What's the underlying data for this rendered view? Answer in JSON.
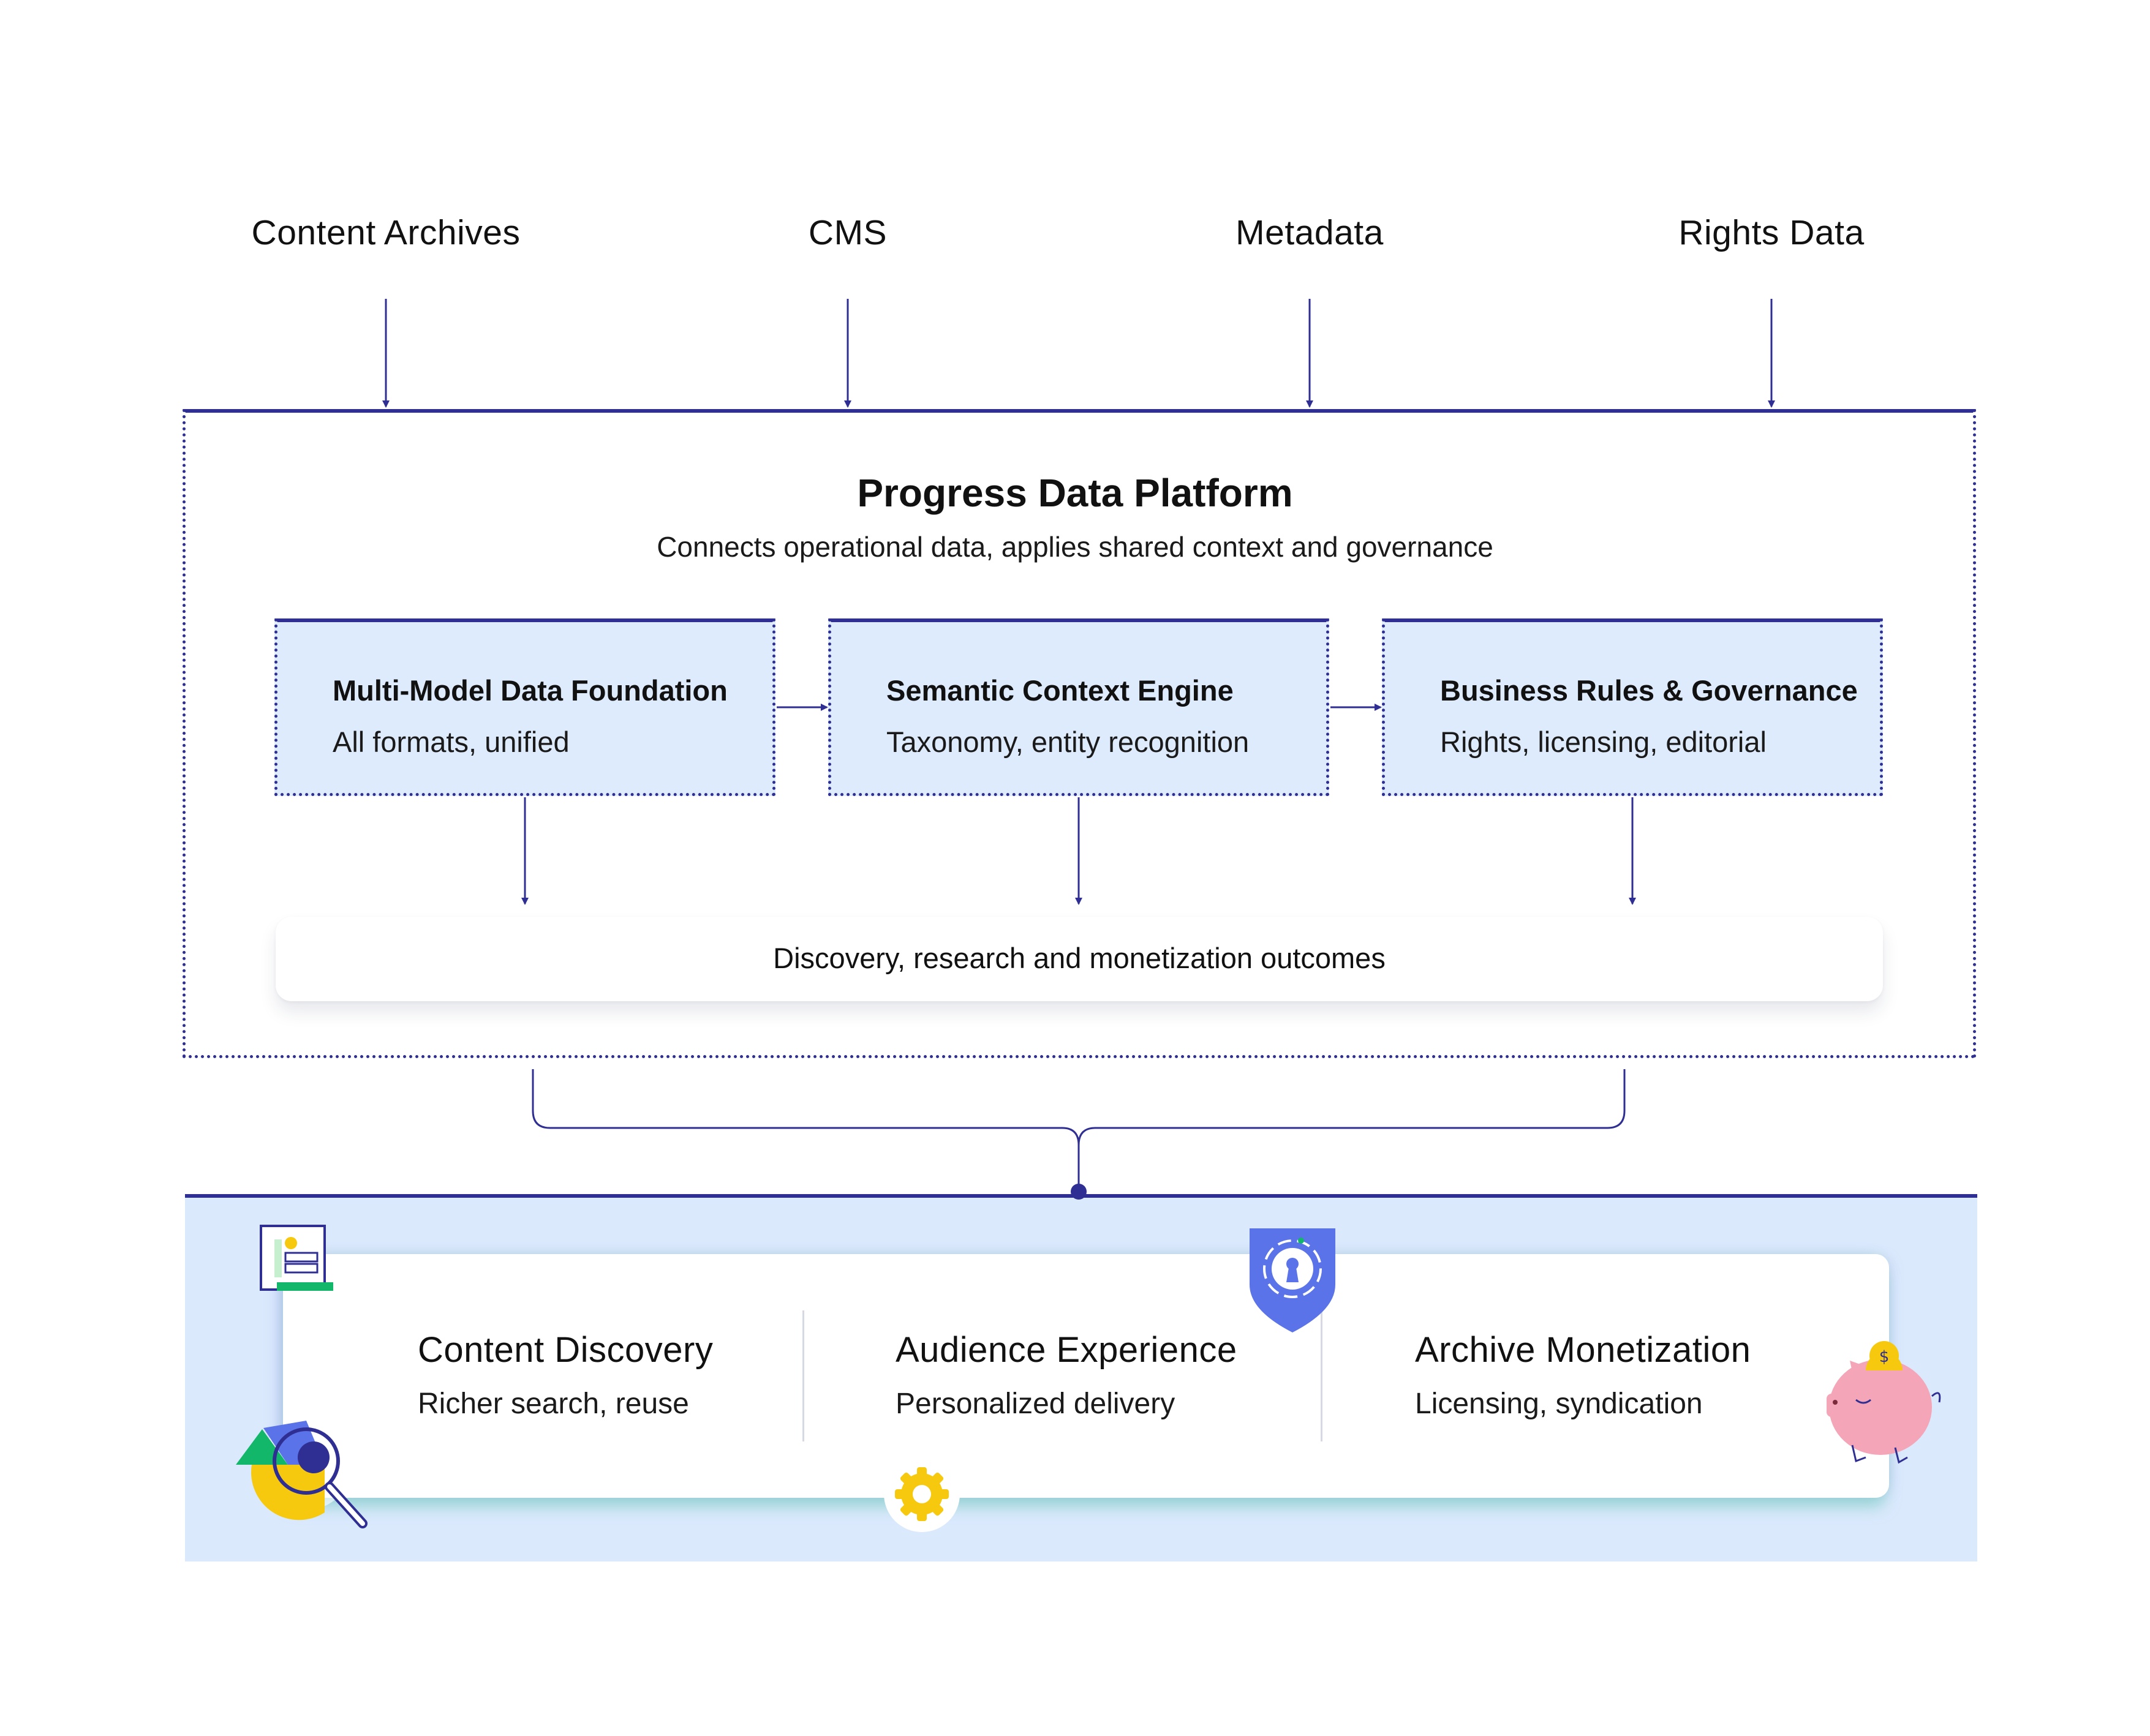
{
  "sources": [
    {
      "label": "Content Archives"
    },
    {
      "label": "CMS"
    },
    {
      "label": "Metadata"
    },
    {
      "label": "Rights Data"
    }
  ],
  "platform": {
    "title": "Progress Data Platform",
    "subtitle": "Connects operational data, applies shared context and governance",
    "components": [
      {
        "title": "Multi-Model Data Foundation",
        "subtitle": "All formats, unified"
      },
      {
        "title": "Semantic Context Engine",
        "subtitle": "Taxonomy, entity recognition"
      },
      {
        "title": "Business Rules & Governance",
        "subtitle": "Rights, licensing, editorial"
      }
    ],
    "outcomes": "Discovery, research and monetization outcomes"
  },
  "results": [
    {
      "title": "Content Discovery",
      "subtitle": "Richer search, reuse"
    },
    {
      "title": "Audience Experience",
      "subtitle": "Personalized delivery"
    },
    {
      "title": "Archive Monetization",
      "subtitle": "Licensing, syndication"
    }
  ],
  "colors": {
    "line": "#2f2f93",
    "component_fill": "#deebfd",
    "band_fill": "#dbe9fd",
    "accent_yellow": "#f6c90e",
    "accent_green": "#12b76a",
    "accent_blue": "#5b73e8",
    "accent_pink": "#f4a6b8"
  },
  "icons": [
    "document-icon",
    "magnifier-chart-icon",
    "gear-icon",
    "shield-lock-icon",
    "piggy-bank-icon"
  ]
}
